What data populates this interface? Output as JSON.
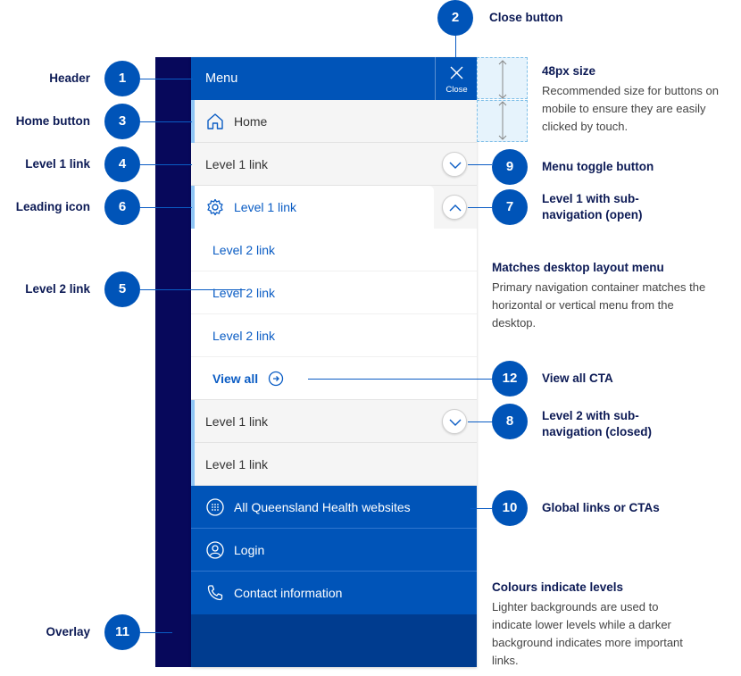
{
  "menu": {
    "title": "Menu",
    "close_label": "Close",
    "home_label": "Home",
    "level1_a": "Level 1 link",
    "level1_open": "Level 1 link",
    "level2_links": [
      "Level 2 link",
      "Level 2 link",
      "Level 2 link"
    ],
    "view_all": "View all",
    "level1_closed": "Level 1 link",
    "level1_last": "Level 1 link",
    "global_links": [
      "All Queensland Health websites",
      "Login",
      "Contact information"
    ]
  },
  "callouts": {
    "header": {
      "num": "1",
      "label": "Header"
    },
    "close": {
      "num": "2",
      "label": "Close button"
    },
    "home": {
      "num": "3",
      "label": "Home button"
    },
    "level1": {
      "num": "4",
      "label": "Level 1 link"
    },
    "level2": {
      "num": "5",
      "label": "Level 2 link"
    },
    "leading_icon": {
      "num": "6",
      "label": "Leading icon"
    },
    "level1_sub_open": {
      "num": "7",
      "label": "Level 1 with sub-navigation (open)"
    },
    "level2_sub_closed": {
      "num": "8",
      "label": "Level 2 with sub-navigation (closed)"
    },
    "menu_toggle": {
      "num": "9",
      "label": "Menu toggle button"
    },
    "global": {
      "num": "10",
      "label": "Global links or CTAs"
    },
    "overlay": {
      "num": "11",
      "label": "Overlay"
    },
    "view_all": {
      "num": "12",
      "label": "View all CTA"
    }
  },
  "notes": {
    "size_title": "48px size",
    "size_body": "Recommended size for buttons on mobile to ensure they are easily clicked by touch.",
    "desktop_title": "Matches desktop layout menu",
    "desktop_body": "Primary navigation container matches the horizontal or vertical menu from the desktop.",
    "colours_title": "Colours indicate levels",
    "colours_body": "Lighter backgrounds are used to indicate lower levels while a darker background indicates more important links."
  },
  "colors": {
    "primary": "#0054b8",
    "overlay": "#07085b",
    "label": "#0c1a55",
    "link": "#0a5cc4",
    "accent": "#8ec5f5"
  }
}
